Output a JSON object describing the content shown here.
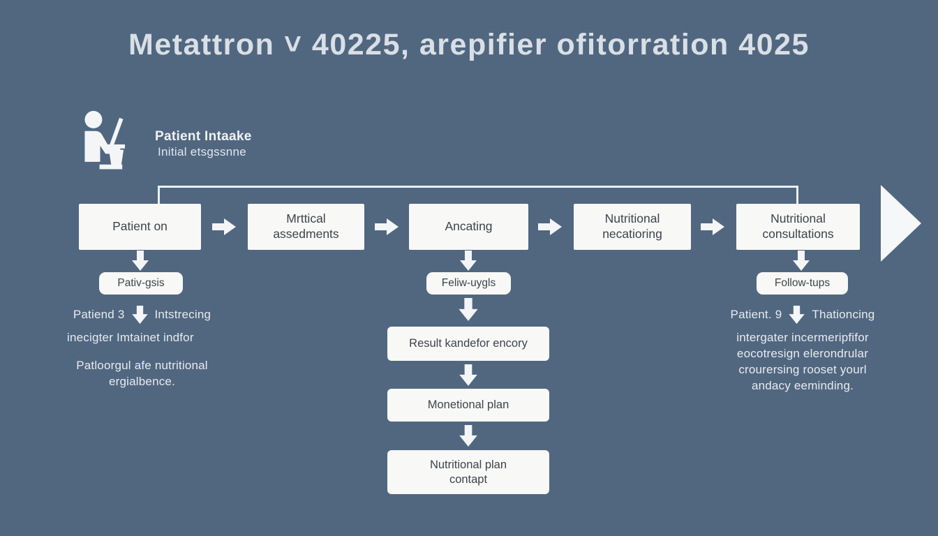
{
  "header": {
    "title": "Metattron ˅ 40225, arepifier ofitorration 4025"
  },
  "intake": {
    "icon": "person-at-computer-icon",
    "title": "Patient Intaake",
    "subtitle": "Initial etsgssnne"
  },
  "flow": {
    "steps": [
      "Patient on",
      "Mrttical assedments",
      "Ancating",
      "Nutritional necatioring",
      "Nutritional consultations"
    ],
    "sub_steps": [
      "Pativ-gsis",
      "Feliw-uygls",
      "Follow-tups"
    ]
  },
  "middle": {
    "steps": [
      "Result kandefor encory",
      "Monetional plan",
      "Nutritional plan contapt"
    ]
  },
  "notes": {
    "left": {
      "line1_pre": "Patiend 3",
      "line1_post": "Intstrecing",
      "line2": "inecigter Imtainet indfor",
      "para2": "Patloorgul afe nutritional ergialbence."
    },
    "right": {
      "line1_pre": "Patient. 9",
      "line1_post": "Thationcing",
      "lines": [
        "intergater incermeripfifor",
        "eocotresign elerondrular",
        "crourersing rooset yourl",
        "andacy eeminding."
      ]
    }
  },
  "colors": {
    "background": "#516780",
    "box_background": "#f8f8f6",
    "box_text": "#3e444c",
    "light_text": "#e7ebef",
    "title_text": "#d9dfe6",
    "arrow_fill": "#f3f5f7"
  }
}
